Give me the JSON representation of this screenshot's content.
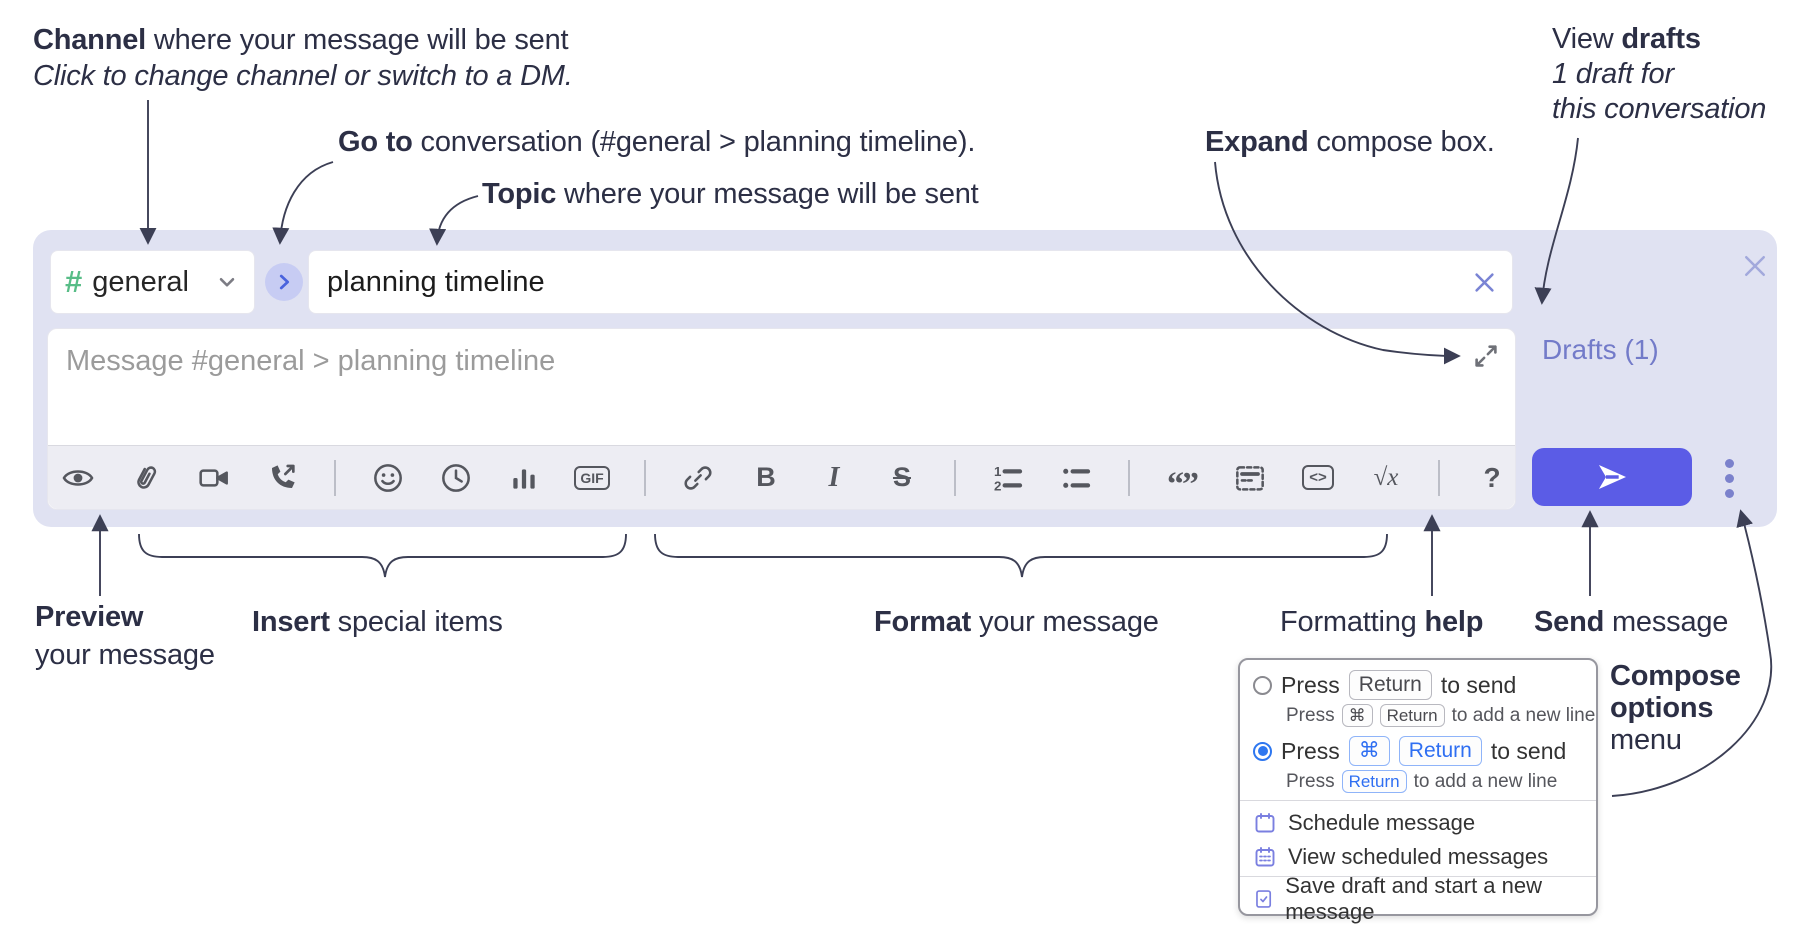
{
  "colors": {
    "accent_send": "#5b5ce6",
    "container_bg": "#e0e2f2",
    "drafts_link": "#737bc9",
    "annotation_text": "#2c2f45",
    "toolbar_icon": "#55575e",
    "popup_icon": "#7a7fe0",
    "kbd_blue": "#2f6ff2",
    "radio_selected": "#2e77f0",
    "channel_hash_green": "#58bd87"
  },
  "annotations": {
    "channel_line1_bold": "Channel",
    "channel_line1_rest": " where your message will be sent",
    "channel_line2": "Click to change channel or switch to a DM.",
    "goto_bold": "Go to",
    "goto_rest": " conversation (#general > planning timeline).",
    "topic_bold": "Topic",
    "topic_rest": " where your message will be sent",
    "expand_bold": "Expand",
    "expand_rest": " compose box.",
    "drafts_line1_regular": "View ",
    "drafts_line1_bold": "drafts",
    "drafts_line2": "1 draft for",
    "drafts_line3": "this conversation",
    "preview_bold": "Preview",
    "preview_line2": "your message",
    "insert_bold": "Insert",
    "insert_rest": " special items",
    "format_bold": "Format",
    "format_rest": " your message",
    "help_regular": "Formatting ",
    "help_bold": "help",
    "send_bold": "Send",
    "send_rest": " message",
    "compose_line1": "Compose",
    "compose_line2": "options",
    "compose_line3": "menu"
  },
  "compose": {
    "channel": {
      "hash": "#",
      "name": "general"
    },
    "topic_value": "planning timeline",
    "message_placeholder": "Message #general > planning timeline",
    "drafts_link": "Drafts (1)",
    "toolbar_glyphs": {
      "gif": "GIF",
      "bold": "B",
      "italic": "I",
      "strikethrough": "S",
      "quote": "“”",
      "code": "<>",
      "math": "√x",
      "help": "?",
      "ol1": "1",
      "ol2": "2"
    }
  },
  "popup": {
    "option1": {
      "press": "Press",
      "key": "Return",
      "after": "to send",
      "sub_press": "Press",
      "sub_key_cmd": "⌘",
      "sub_key_return": "Return",
      "sub_after": "to add a new line"
    },
    "option2": {
      "press": "Press",
      "key_cmd": "⌘",
      "key_return": "Return",
      "after": "to send",
      "sub_press": "Press",
      "sub_key_return": "Return",
      "sub_after": "to add a new line"
    },
    "items": [
      {
        "label": "Schedule message"
      },
      {
        "label": "View scheduled messages"
      },
      {
        "label": "Save draft and start a new message"
      }
    ]
  }
}
